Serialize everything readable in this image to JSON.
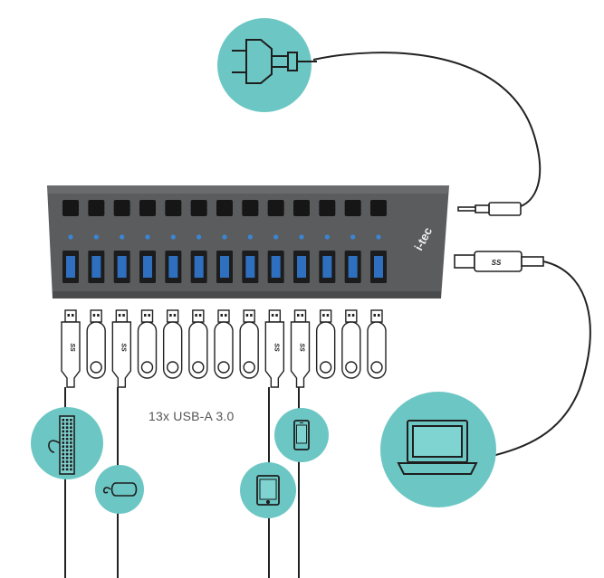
{
  "diagram": {
    "caption": "13x USB-A 3.0",
    "brand": "i-tec",
    "port_count": 13,
    "colors": {
      "accent_teal": "#6cc7c4",
      "hub_body": "#5b5c5e",
      "led_blue": "#3a86d6",
      "port_blue": "#2f6fbf",
      "cable": "#222222"
    },
    "connections": {
      "power": "power-plug-icon",
      "upstream": "laptop-icon",
      "devices": [
        "keyboard-icon",
        "mouse-icon",
        "tablet-icon",
        "smartphone-icon"
      ]
    }
  }
}
